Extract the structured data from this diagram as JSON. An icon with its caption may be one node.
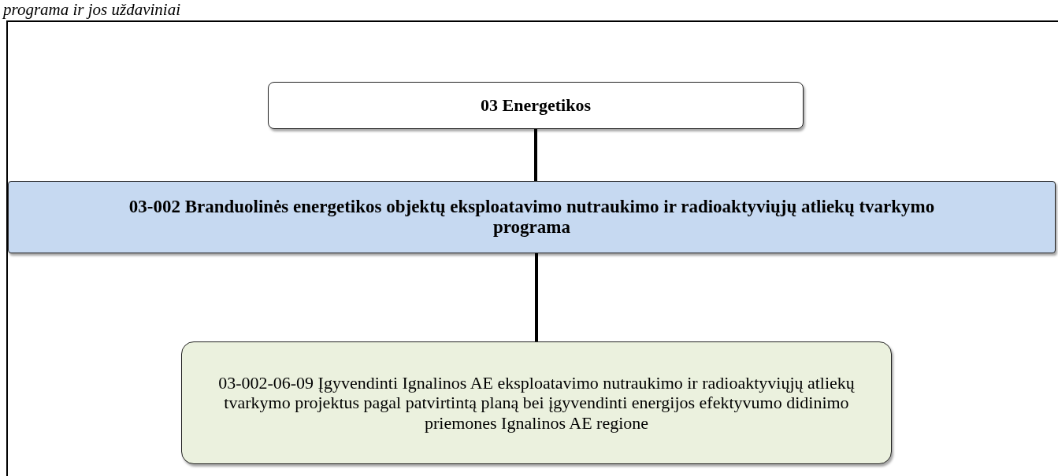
{
  "diagram": {
    "title": "programa ir jos uždaviniai",
    "nodes": [
      {
        "text": [
          "03 Energetikos"
        ]
      },
      {
        "text": [
          "03-002 Branduolinės energetikos objektų eksploatavimo nutraukimo ir radioaktyviųjų atliekų tvarkymo programa"
        ]
      },
      {
        "text": [
          "03-002-06-09 Įgyvendinti Ignalinos AE eksploatavimo nutraukimo ir radioaktyviųjų atliekų tvarkymo projektus pagal patvirtintą planą bei įgyvendinti energijos efektyvumo didinimo priemones Ignalinos AE regione"
        ]
      }
    ],
    "edges": [
      {
        "from": 0,
        "to": 1,
        "arrow": "none"
      },
      {
        "from": 1,
        "to": 2,
        "arrow": "none"
      }
    ]
  }
}
